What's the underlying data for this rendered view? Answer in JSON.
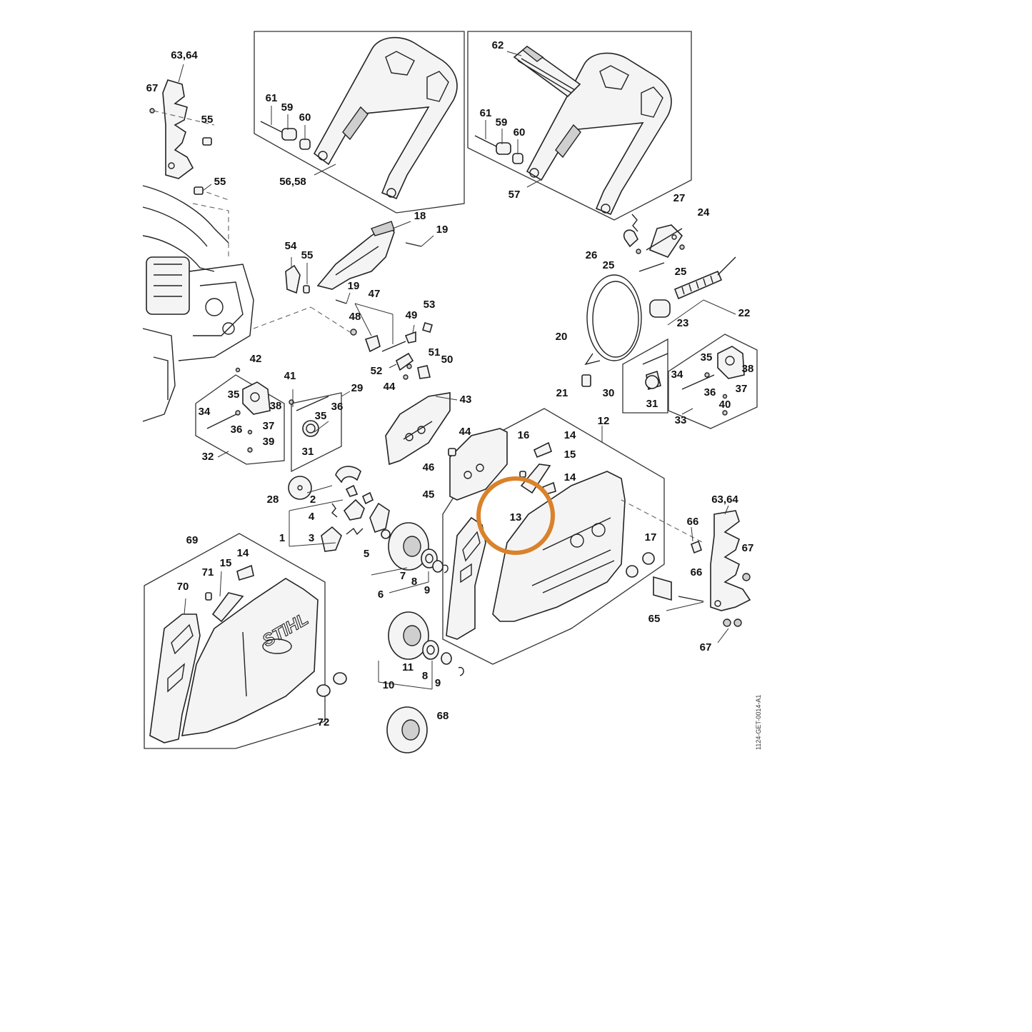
{
  "labels": {
    "l_63_64_a": "63,64",
    "l_67_a": "67",
    "l_55_a": "55",
    "l_55_b": "55",
    "l_61_a": "61",
    "l_59_a": "59",
    "l_60_a": "60",
    "l_56_58": "56,58",
    "l_62": "62",
    "l_61_b": "61",
    "l_59_b": "59",
    "l_60_b": "60",
    "l_57": "57",
    "l_27": "27",
    "l_24": "24",
    "l_26": "26",
    "l_25_a": "25",
    "l_25_b": "25",
    "l_22": "22",
    "l_23": "23",
    "l_20": "20",
    "l_21": "21",
    "l_18": "18",
    "l_19_a": "19",
    "l_54": "54",
    "l_55_c": "55",
    "l_19_b": "19",
    "l_47": "47",
    "l_53": "53",
    "l_48": "48",
    "l_49": "49",
    "l_51": "51",
    "l_50": "50",
    "l_52": "52",
    "l_44_a": "44",
    "l_42": "42",
    "l_41": "41",
    "l_29": "29",
    "l_35_a": "35",
    "l_38_a": "38",
    "l_34_a": "34",
    "l_36_a": "36",
    "l_37_a": "37",
    "l_39": "39",
    "l_32": "32",
    "l_36_b": "36",
    "l_35_b": "35",
    "l_31_a": "31",
    "l_43": "43",
    "l_44_b": "44",
    "l_46": "46",
    "l_45": "45",
    "l_12": "12",
    "l_16": "16",
    "l_14_a": "14",
    "l_15_a": "15",
    "l_14_b": "14",
    "l_13": "13",
    "l_30": "30",
    "l_31_b": "31",
    "l_35_c": "35",
    "l_38_b": "38",
    "l_34_b": "34",
    "l_36_c": "36",
    "l_37_b": "37",
    "l_40": "40",
    "l_33": "33",
    "l_28": "28",
    "l_2": "2",
    "l_4": "4",
    "l_1": "1",
    "l_3": "3",
    "l_5": "5",
    "l_7": "7",
    "l_8_a": "8",
    "l_6": "6",
    "l_9_a": "9",
    "l_17": "17",
    "l_66_a": "66",
    "l_63_64_b": "63,64",
    "l_67_b": "67",
    "l_66_b": "66",
    "l_65": "65",
    "l_67_c": "67",
    "l_69": "69",
    "l_71": "71",
    "l_15_b": "15",
    "l_14_c": "14",
    "l_70": "70",
    "l_72": "72",
    "l_11": "11",
    "l_8_b": "8",
    "l_10": "10",
    "l_9_b": "9",
    "l_68": "68"
  },
  "logo_text": "STIHL",
  "document_id": "1124-GET-0014-A1",
  "highlight": {
    "part_number": "13",
    "color": "#d9822b"
  }
}
